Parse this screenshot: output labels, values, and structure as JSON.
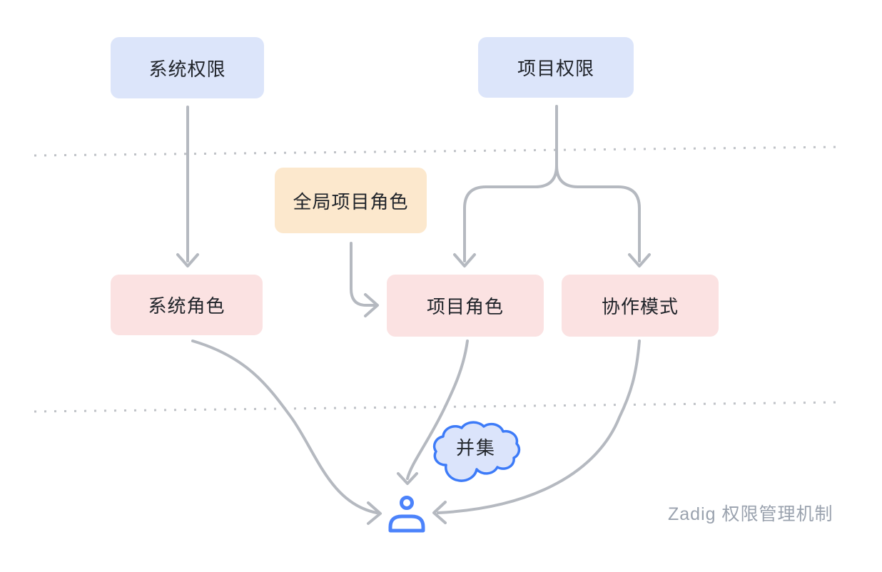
{
  "diagram": {
    "caption": "Zadig 权限管理机制",
    "nodes": [
      {
        "id": "system-permission",
        "label": "系统权限",
        "color": "#dce5fa"
      },
      {
        "id": "project-permission",
        "label": "项目权限",
        "color": "#dce5fa"
      },
      {
        "id": "global-project-role",
        "label": "全局项目角色",
        "color": "#fce8cd"
      },
      {
        "id": "system-role",
        "label": "系统角色",
        "color": "#fbe2e2"
      },
      {
        "id": "project-role",
        "label": "项目角色",
        "color": "#fbe2e2"
      },
      {
        "id": "collaboration-mode",
        "label": "协作模式",
        "color": "#fbe2e2"
      }
    ],
    "cloud": {
      "label": "并集",
      "fill": "#dbe4fb",
      "border": "#3d7bf8"
    },
    "person_icon": {
      "name": "person-icon",
      "color": "#4c83fb"
    },
    "edges": [
      {
        "from": "system-permission",
        "to": "system-role"
      },
      {
        "from": "project-permission",
        "to": "project-role"
      },
      {
        "from": "project-permission",
        "to": "collaboration-mode"
      },
      {
        "from": "global-project-role",
        "to": "project-role"
      },
      {
        "from": "system-role",
        "to": "user"
      },
      {
        "from": "project-role",
        "to": "user"
      },
      {
        "from": "collaboration-mode",
        "to": "user"
      }
    ],
    "styles": {
      "arrow_color": "#b5b9c0",
      "dotted_line_color": "#bfc2c7",
      "node_text_color": "#20242a",
      "caption_color": "#9aa2ae"
    }
  }
}
